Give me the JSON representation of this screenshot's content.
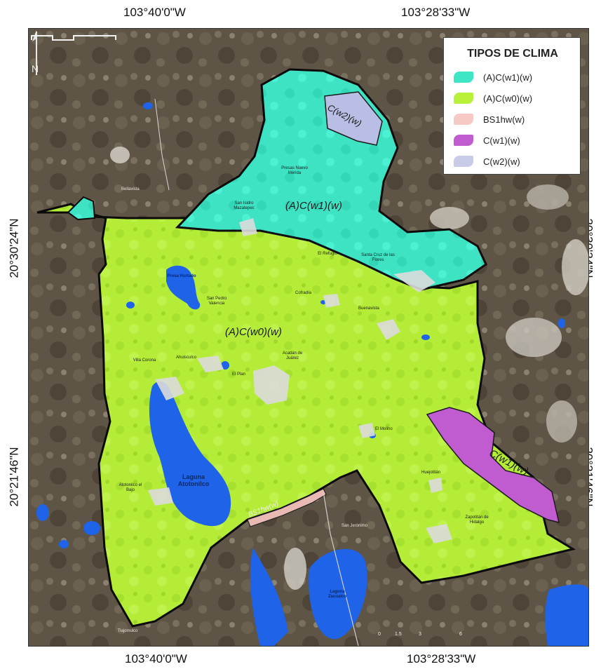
{
  "coords": {
    "top_left": "103°40'0\"W",
    "top_right": "103°28'33\"W",
    "bottom_left": "103°40'0\"W",
    "bottom_right": "103°28'33\"W",
    "left_upper": "20°30'24\"N",
    "left_lower": "20°21'46\"N",
    "right_upper": "20°30'24\"N",
    "right_lower": "20°21'46\"N"
  },
  "legend": {
    "title": "TIPOS DE CLIMA",
    "items": [
      {
        "label": "(A)C(w1)(w)",
        "color": "#3fe6c6"
      },
      {
        "label": "(A)C(w0)(w)",
        "color": "#b8f03a"
      },
      {
        "label": "BS1hw(w)",
        "color": "#f7c9c4"
      },
      {
        "label": "C(w1)(w)",
        "color": "#c05bd0"
      },
      {
        "label": "C(w2)(w)",
        "color": "#c7cbe8"
      }
    ]
  },
  "zones": {
    "north": "(A)C(w1)(w)",
    "center": "(A)C(w0)(w)",
    "southeast": "C(w1)(w)",
    "northeast_small": "C(w2)(w)",
    "south_strip": "BS1hw(w)"
  },
  "lakes": {
    "main": "Laguna Atotonilco",
    "upper": "Presa Hurtado"
  },
  "places": {
    "p1": "Presas Nuevo Mérida",
    "p2": "San Isidro Mazatepec",
    "p3": "Santa Cruz de las Flores",
    "p4": "Buenavista",
    "p5": "Cofradía",
    "p6": "San Pedro Valencia",
    "p7": "El Refugio",
    "p8": "Acatlán de Juárez",
    "p9": "Villa Corona",
    "p10": "El Plan",
    "p11": "Atotonilco el Bajo",
    "p12": "El Molino",
    "p13": "Zapotitán de Hidalgo",
    "p14": "Huejotitán",
    "p15": "Ahuisculco",
    "p16": "Bellavista",
    "p17": "Tlajomulco",
    "p18": "San Jerónimo",
    "p19": "Laguna Zacoalco"
  },
  "scale_ticks": [
    "0",
    "1.5",
    "3",
    "6"
  ],
  "colors": {
    "w1": "#3fe6c6",
    "w0": "#b8f03a",
    "bs": "#f7c9c4",
    "cw1": "#c05bd0",
    "cw2": "#c7cbe8",
    "water": "#1f63e8"
  }
}
